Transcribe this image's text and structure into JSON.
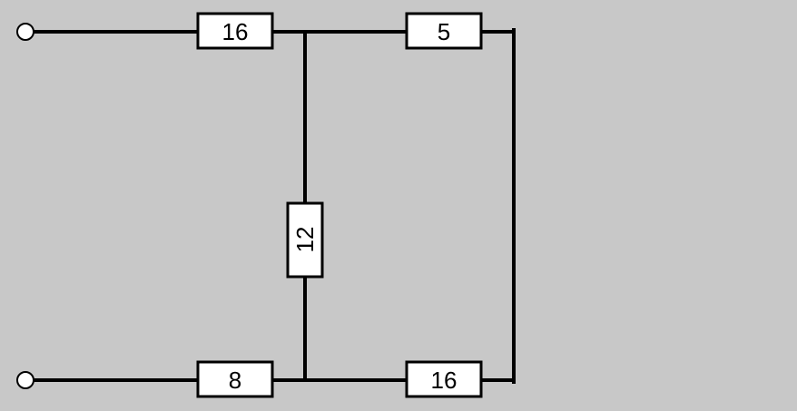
{
  "circuit": {
    "resistors": {
      "top_left": "16",
      "top_right": "5",
      "middle_vertical": "12",
      "bottom_left": "8",
      "bottom_right": "16"
    }
  }
}
